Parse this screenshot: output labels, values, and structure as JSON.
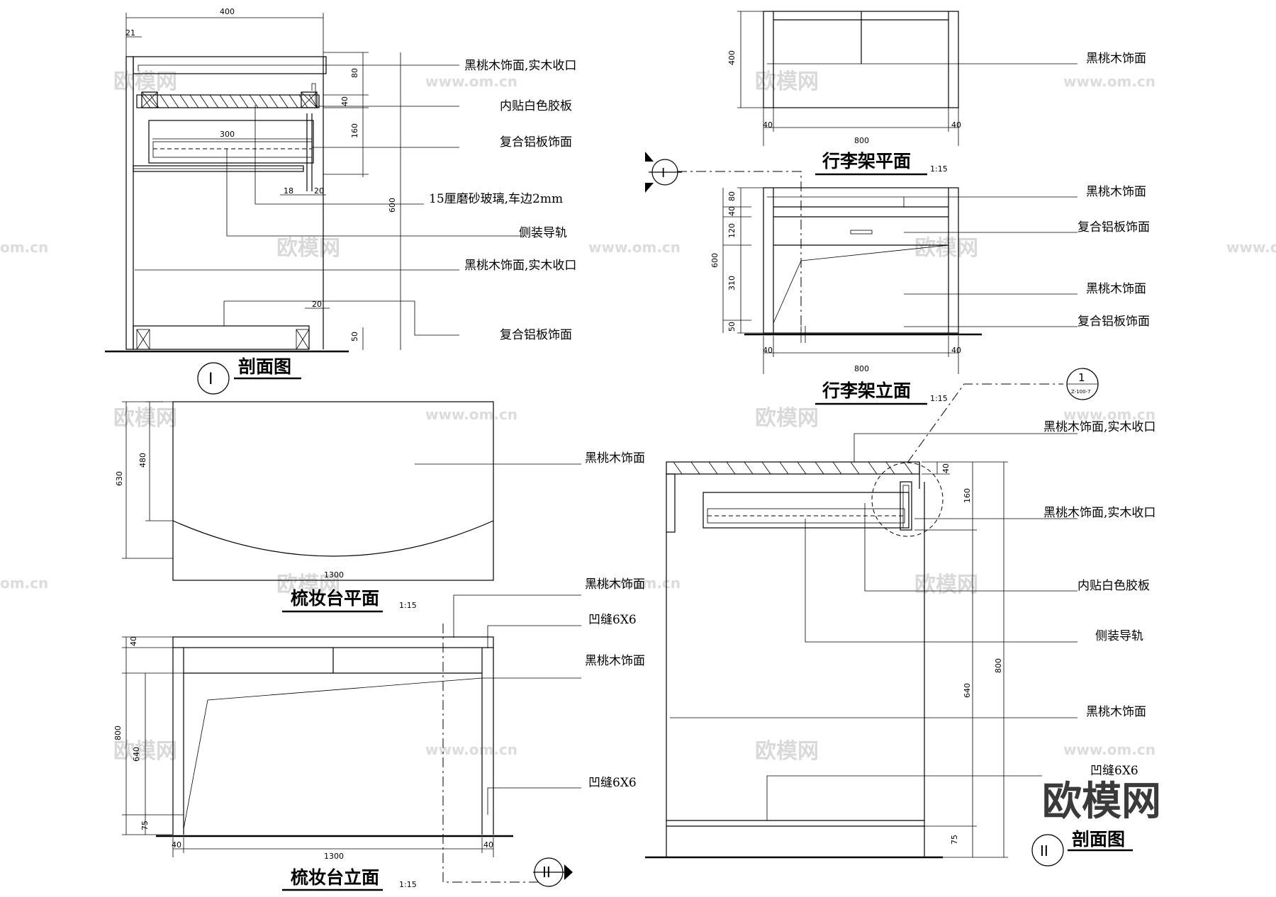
{
  "watermarks": {
    "brand": "欧模网",
    "url": "www.om.cn",
    "url_clipped": "om.cn"
  },
  "section_i": {
    "marker": "I",
    "title": "剖面图",
    "dims": {
      "width": "400",
      "left": "21",
      "top": "80",
      "drawer_gap": "40",
      "drawer": "160",
      "inner": "300",
      "d18": "18",
      "d20a": "20",
      "total": "600",
      "d20b": "20",
      "base": "50"
    },
    "labels": [
      "黑桃木饰面,实木收口",
      "内贴白色胶板",
      "复合铝板饰面",
      "15厘磨砂玻璃,车边2mm",
      "侧装导轨",
      "黑桃木饰面,实木收口",
      "复合铝板饰面"
    ]
  },
  "luggage_plan": {
    "title": "行李架平面",
    "scale": "1:15",
    "dims": {
      "depth": "400",
      "left": "40",
      "right": "40",
      "width": "800"
    },
    "labels": [
      "黑桃木饰面"
    ]
  },
  "luggage_elev": {
    "title": "行李架立面",
    "scale": "1:15",
    "marker": "I",
    "dims": {
      "d80": "80",
      "d40": "40",
      "d120": "120",
      "total": "600",
      "d310": "310",
      "d50": "50",
      "left": "40",
      "right": "40",
      "width": "800"
    },
    "labels": [
      "黑桃木饰面",
      "复合铝板饰面",
      "黑桃木饰面",
      "复合铝板饰面"
    ]
  },
  "vanity_plan": {
    "title": "梳妆台平面",
    "scale": "1:15",
    "dims": {
      "depth": "630",
      "inner": "480",
      "width": "1300"
    },
    "labels": [
      "黑桃木饰面"
    ]
  },
  "vanity_elev": {
    "title": "梳妆台立面",
    "scale": "1:15",
    "marker": "II",
    "dims": {
      "top": "40",
      "height": "800",
      "inner": "640",
      "base": "75",
      "left": "40",
      "width": "1300",
      "right": "40"
    },
    "labels": [
      "黑桃木饰面",
      "凹缝6X6",
      "黑桃木饰面",
      "凹缝6X6"
    ]
  },
  "section_ii": {
    "marker": "II",
    "title": "剖面图",
    "detail_ref": {
      "number": "1",
      "sheet": "Z-100-7"
    },
    "dims": {
      "top": "40",
      "drawer": "160",
      "total": "800",
      "inner": "640",
      "base": "75"
    },
    "labels": [
      "黑桃木饰面,实木收口",
      "黑桃木饰面,实木收口",
      "内贴白色胶板",
      "侧装导轨",
      "黑桃木饰面",
      "凹缝6X6"
    ]
  }
}
